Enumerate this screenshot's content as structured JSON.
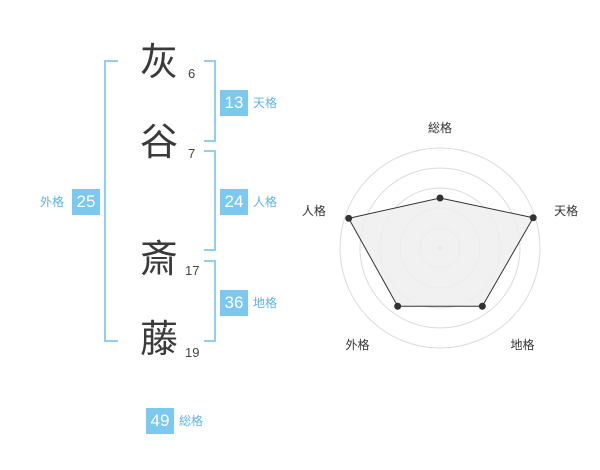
{
  "name_chars": [
    {
      "char": "灰",
      "strokes": "6"
    },
    {
      "char": "谷",
      "strokes": "7"
    },
    {
      "char": "斎",
      "strokes": "17"
    },
    {
      "char": "藤",
      "strokes": "19"
    }
  ],
  "fortune": {
    "tenkaku": {
      "value": "13",
      "label": "天格"
    },
    "jinkaku": {
      "value": "24",
      "label": "人格"
    },
    "chikaku": {
      "value": "36",
      "label": "地格"
    },
    "gaikaku": {
      "value": "25",
      "label": "外格"
    },
    "soukaku": {
      "value": "49",
      "label": "総格"
    }
  },
  "chart_data": {
    "type": "radar",
    "axes": [
      "総格",
      "天格",
      "地格",
      "外格",
      "人格"
    ],
    "values": [
      0.5,
      0.98,
      0.72,
      0.72,
      0.96
    ],
    "rmax": 1,
    "rings": 5,
    "grid": true
  },
  "colors": {
    "accent": "#7dc8ef",
    "label": "#5cb4e4",
    "bracket": "#8fd0f2",
    "radar_fill": "#efefef",
    "radar_ring": "#dcdcdc"
  }
}
